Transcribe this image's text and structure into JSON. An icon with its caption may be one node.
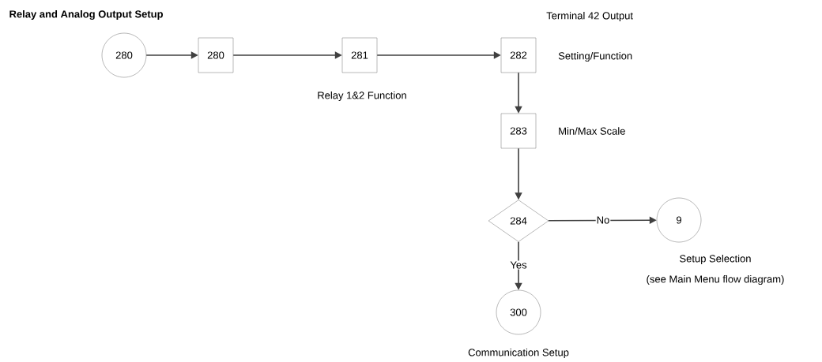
{
  "diagram": {
    "title": "Relay and Analog Output Setup",
    "nodes": [
      {
        "text": [
          "280"
        ]
      },
      {
        "text": [
          "280"
        ]
      },
      {
        "text": [
          "281"
        ],
        "beside": [
          "Relay 1&2 Function"
        ]
      },
      {
        "text": [
          "282"
        ],
        "beside": [
          "Terminal 42 Output",
          "Setting/Function"
        ]
      },
      {
        "text": [
          "283"
        ],
        "beside": [
          "Min/Max Scale"
        ]
      },
      {
        "text": [
          "284"
        ]
      },
      {
        "text": [
          "9"
        ],
        "beside": [
          "Setup Selection",
          "(see Main Menu flow diagram)"
        ]
      },
      {
        "text": [
          "300"
        ],
        "beside": [
          "Communication Setup"
        ]
      }
    ],
    "edges": [
      {
        "from": 0,
        "to": 1,
        "arrow": "to"
      },
      {
        "from": 1,
        "to": 2,
        "arrow": "to"
      },
      {
        "from": 2,
        "to": 3,
        "arrow": "to"
      },
      {
        "from": 3,
        "to": 4,
        "arrow": "to"
      },
      {
        "from": 4,
        "to": 5,
        "arrow": "to"
      },
      {
        "from": 5,
        "to": 6,
        "arrow": "to",
        "label": "No"
      },
      {
        "from": 5,
        "to": 7,
        "arrow": "to",
        "label": "Yes"
      }
    ]
  }
}
